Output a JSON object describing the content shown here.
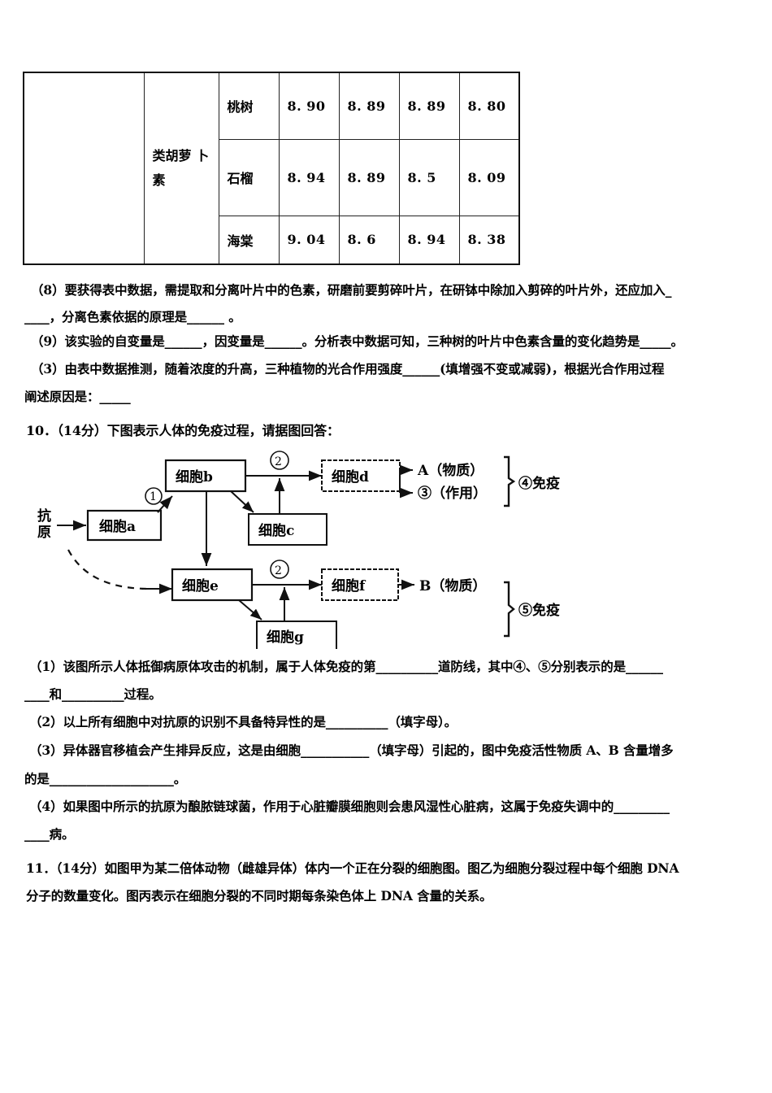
{
  "document": {
    "kind": "exam-paper-page",
    "language": "zh-CN"
  },
  "pigment_table": {
    "group_label": "类胡萝 卜素",
    "rows": [
      {
        "name": "桃树",
        "values": [
          "8. 90",
          "8. 89",
          "8. 89",
          "8. 80"
        ]
      },
      {
        "name": "石榴",
        "values": [
          "8. 94",
          "8. 89",
          "8. 5",
          "8. 09"
        ]
      },
      {
        "name": "海棠",
        "values": [
          "9. 04",
          "8. 6",
          "8. 94",
          "8. 38"
        ]
      }
    ]
  },
  "questions_part1": {
    "q8_line1": "（8）要获得表中数据，需提取和分离叶片中的色素，研磨前要剪碎叶片，在研钵中除加入剪碎的叶片外，还应加入_",
    "q8_line2": "____，分离色素依据的原理是______ 。",
    "q9_line1": "（9）该实验的自变量是______，因变量是______。分析表中数据可知，三种树的叶片中色素含量的变化趋势是_____。",
    "q3_line1": "（3）由表中数据推测，随着浓度的升高，三种植物的光合作用强度______(填增强不变或减弱)，根据光合作用过程",
    "q3_line2": "阐述原因是：_____"
  },
  "question10": {
    "stem": "10．（14分）下图表示人体的免疫过程，请据图回答：",
    "diagram": {
      "title": "human-immune-process",
      "antigen_label": "抗原",
      "nodes": [
        {
          "id": "a",
          "label": "细胞a"
        },
        {
          "id": "b",
          "label": "细胞b"
        },
        {
          "id": "c",
          "label": "细胞c"
        },
        {
          "id": "d",
          "label": "细胞d"
        },
        {
          "id": "e",
          "label": "细胞e"
        },
        {
          "id": "f",
          "label": "细胞f"
        },
        {
          "id": "g",
          "label": "细胞g"
        }
      ],
      "step_markers": [
        "①",
        "②",
        "②"
      ],
      "outputs": [
        {
          "id": "A",
          "label": "A（物质）"
        },
        {
          "id": "3",
          "label": "③（作用）"
        },
        {
          "id": "B",
          "label": "B（物质）"
        }
      ],
      "brackets": [
        {
          "id": "4",
          "label": "④免疫"
        },
        {
          "id": "5",
          "label": "⑤免疫"
        }
      ]
    },
    "sub": {
      "q1_line1": "（1）该图所示人体抵御病原体攻击的机制，属于人体免疫的第__________道防线，其中④、⑤分别表示的是______",
      "q1_line2": "____和__________过程。",
      "q2_line1": "（2）以上所有细胞中对抗原的识别不具备特异性的是__________（填字母）。",
      "q3_line1": "（3）异体器官移植会产生排异反应，这是由细胞___________（填字母）引起的，图中免疫活性物质 A、B 含量增多",
      "q3_line2": "的是____________________。",
      "q4_line1": "（4）如果图中所示的抗原为酿脓链球菌，作用于心脏瓣膜细胞则会患风湿性心脏病，这属于免疫失调中的_________",
      "q4_line2": "____病。"
    }
  },
  "question11": {
    "line1": "11．（14分）如图甲为某二倍体动物（雌雄异体）体内一个正在分裂的细胞图。图乙为细胞分裂过程中每个细胞 DNA",
    "line2": "分子的数量变化。图丙表示在细胞分裂的不同时期每条染色体上 DNA 含量的关系。"
  }
}
